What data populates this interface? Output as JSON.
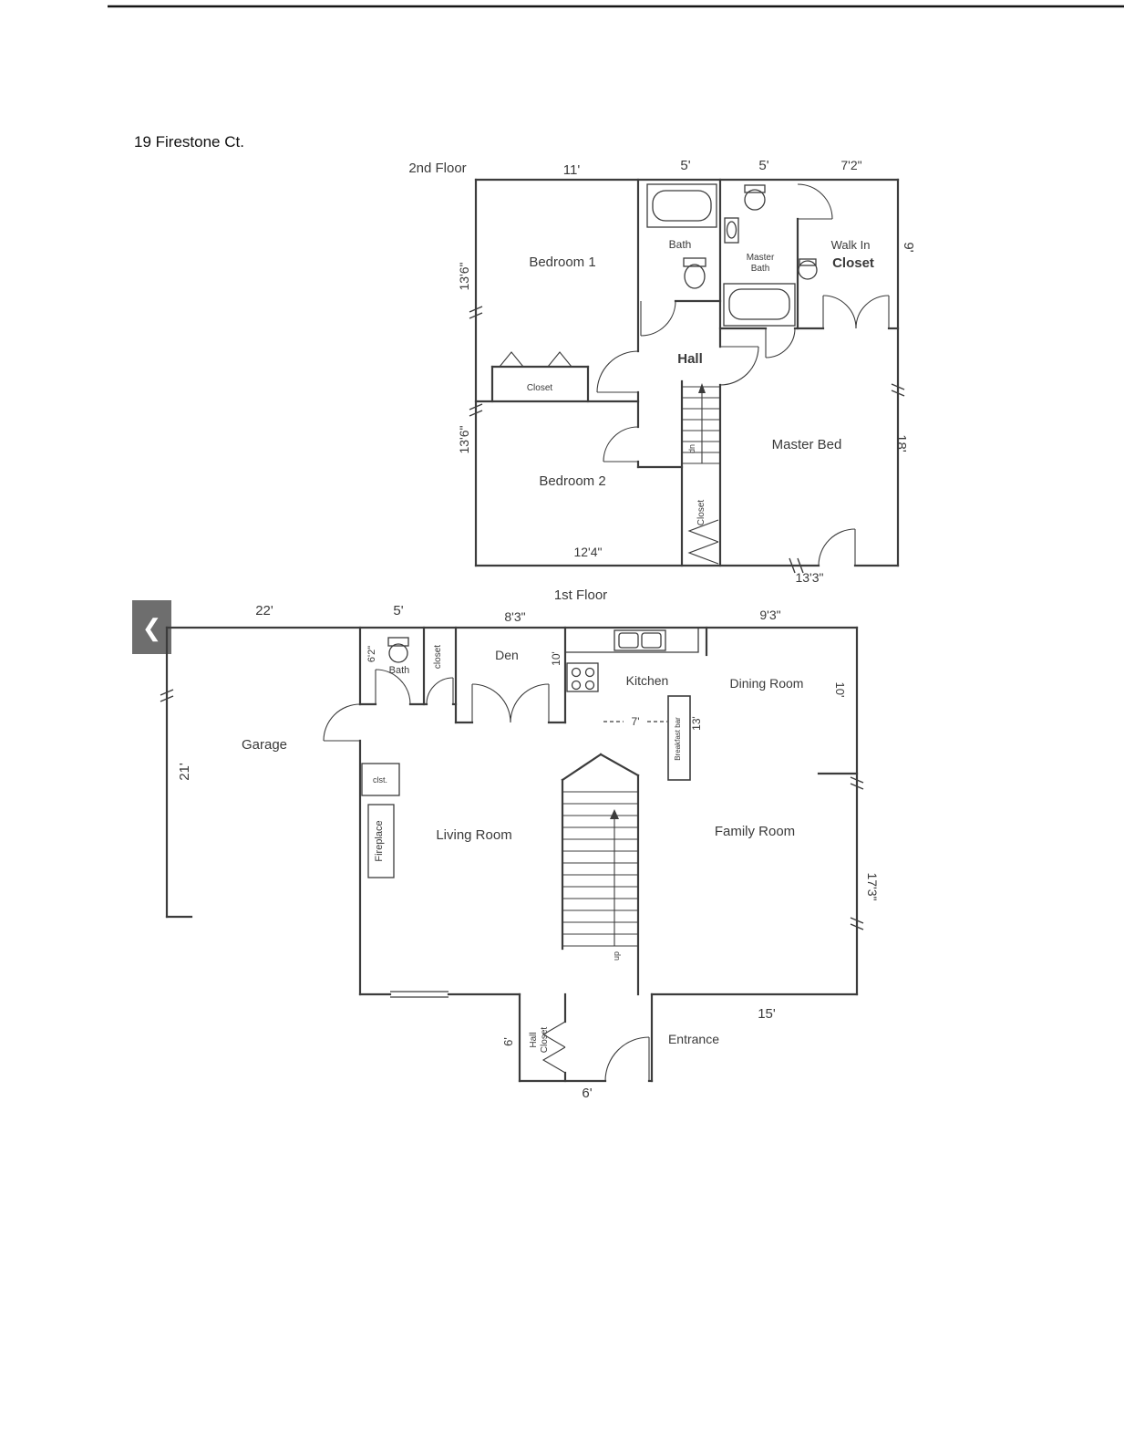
{
  "page": {
    "title": "19 Firestone Ct."
  },
  "nav": {
    "prev_icon": "❮"
  },
  "colors": {
    "wall": "#3c3c3c",
    "text": "#3a3a3a",
    "nav_button_bg": "#6e6e6e",
    "nav_chevron": "#ffffff"
  },
  "floor2": {
    "label": "2nd Floor",
    "rooms": {
      "bedroom1": "Bedroom 1",
      "bath": "Bath",
      "master_bath_1": "Master",
      "master_bath_2": "Bath",
      "walkin_1": "Walk In",
      "walkin_2": "Closet",
      "hall": "Hall",
      "closet": "Closet",
      "bedroom2": "Bedroom 2",
      "master_bed": "Master Bed",
      "stair_closet": "Closet",
      "stair_dir": "dn"
    },
    "dims": {
      "bedroom1_w": "11'",
      "bath_w": "5'",
      "master_bath_w": "5'",
      "walkin_w": "7'2\"",
      "right_top": "9'",
      "right_bottom": "18'",
      "left_top": "13'6\"",
      "left_bottom": "13'6\"",
      "bottom_left": "12'4\"",
      "bottom_right": "13'3\""
    }
  },
  "floor1": {
    "label": "1st Floor",
    "rooms": {
      "garage": "Garage",
      "bath": "Bath",
      "closet": "closet",
      "den": "Den",
      "kitchen": "Kitchen",
      "dining": "Dining Room",
      "living": "Living Room",
      "family": "Family Room",
      "fireplace": "Fireplace",
      "clst": "clst.",
      "breakfast_bar": "Breakfast bar",
      "entrance": "Entrance",
      "hall_closet_1": "Hall",
      "hall_closet_2": "Closet",
      "stair_dir": "up"
    },
    "dims": {
      "garage_w": "22'",
      "bath_w": "5'",
      "den_w": "8'3\"",
      "dining_w": "9'3\"",
      "garage_h": "21'",
      "bath_h": "6'2\"",
      "den_h": "10'",
      "kitchen_w": "7'",
      "bar_h": "13'",
      "dining_h": "10'",
      "family_h": "17'3\"",
      "family_w": "15'",
      "hallcloset_h": "6'",
      "hall_w": "6'"
    }
  }
}
